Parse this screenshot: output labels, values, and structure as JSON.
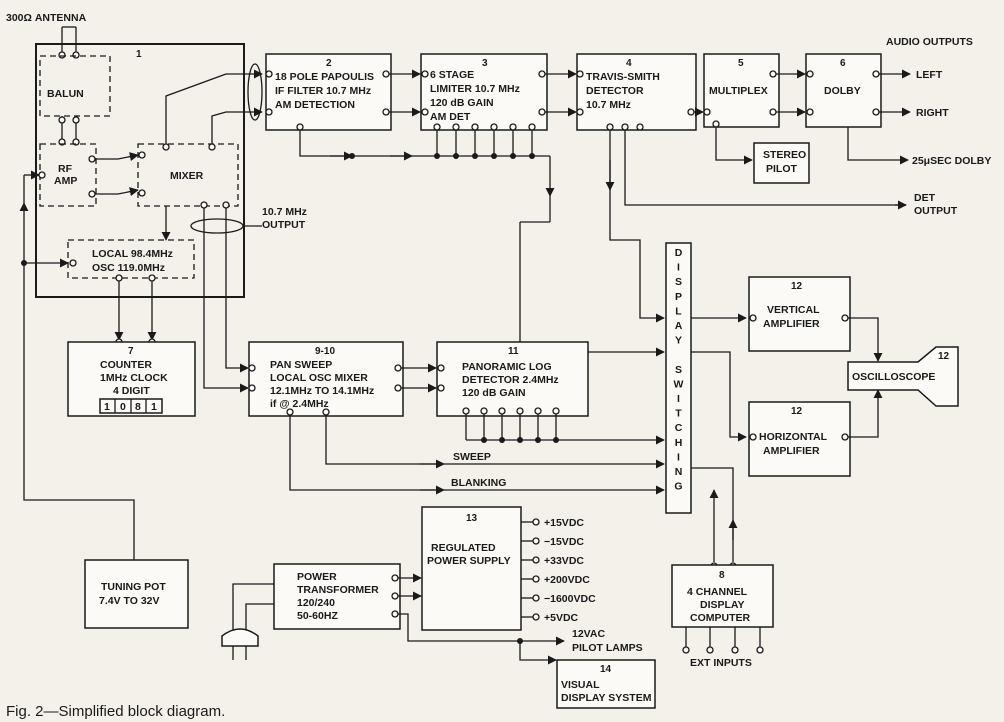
{
  "antenna_label": "300Ω ANTENNA",
  "audio_outputs_label": "AUDIO OUTPUTS",
  "caption": "Fig. 2—Simplified block diagram.",
  "blocks": {
    "frontend": {
      "num": "1",
      "balun": "BALUN",
      "rf_amp": [
        "RF",
        "AMP"
      ],
      "mixer": "MIXER",
      "local_osc": [
        "LOCAL 98.4MHz",
        "OSC 119.0MHz"
      ]
    },
    "if_filter": {
      "num": "2",
      "lines": [
        "18 POLE PAPOULIS",
        "IF FILTER 10.7 MHz",
        "AM DETECTION"
      ]
    },
    "limiter": {
      "num": "3",
      "lines": [
        "6 STAGE",
        "LIMITER 10.7 MHz",
        "120 dB GAIN",
        "AM DET"
      ]
    },
    "detector": {
      "num": "4",
      "lines": [
        "TRAVIS-SMITH",
        "DETECTOR",
        "10.7 MHz"
      ]
    },
    "multiplex": {
      "num": "5",
      "lines": [
        "MULTIPLEX"
      ]
    },
    "dolby": {
      "num": "6",
      "lines": [
        "DOLBY"
      ]
    },
    "stereo_pilot": {
      "lines": [
        "STEREO",
        "PILOT"
      ]
    },
    "counter": {
      "num": "7",
      "lines": [
        "COUNTER",
        "1MHz CLOCK",
        "4 DIGIT"
      ],
      "digits": [
        "1",
        "0",
        "8",
        "1"
      ]
    },
    "pan_sweep": {
      "num": "9-10",
      "lines": [
        "PAN SWEEP",
        "LOCAL OSC MIXER",
        "12.1MHz TO 14.1MHz",
        "if @ 2.4MHz"
      ]
    },
    "log_detector": {
      "num": "11",
      "lines": [
        "PANORAMIC LOG",
        "DETECTOR 2.4MHz",
        "120 dB GAIN"
      ]
    },
    "display_switching": {
      "letters": [
        "D",
        "I",
        "S",
        "P",
        "L",
        "A",
        "Y",
        "",
        "S",
        "W",
        "I",
        "T",
        "C",
        "H",
        "I",
        "N",
        "G"
      ]
    },
    "vertical_amp": {
      "num": "12",
      "lines": [
        "VERTICAL",
        "AMPLIFIER"
      ]
    },
    "horizontal_amp": {
      "num": "12",
      "lines": [
        "HORIZONTAL",
        "AMPLIFIER"
      ]
    },
    "oscilloscope": {
      "num": "12",
      "label": "OSCILLOSCOPE"
    },
    "power_supply": {
      "num": "13",
      "lines": [
        "REGULATED",
        "POWER SUPPLY"
      ]
    },
    "transformer": {
      "lines": [
        "POWER",
        "TRANSFORMER",
        "120/240",
        "50-60HZ"
      ]
    },
    "tuning_pot": {
      "lines": [
        "TUNING POT",
        "7.4V TO 32V"
      ]
    },
    "display_computer": {
      "num": "8",
      "lines": [
        "4 CHANNEL",
        "DISPLAY",
        "COMPUTER"
      ]
    },
    "visual_display": {
      "num": "14",
      "lines": [
        "VISUAL",
        "DISPLAY SYSTEM"
      ]
    }
  },
  "outputs": {
    "left": "LEFT",
    "right": "RIGHT",
    "dolby_25": "25μSEC DOLBY",
    "det_output": [
      "DET",
      "OUTPUT"
    ],
    "if_output": [
      "10.7 MHz",
      "OUTPUT"
    ],
    "sweep": "SWEEP",
    "blanking": "BLANKING",
    "ext_inputs": "EXT INPUTS",
    "pilot_lamps": [
      "12VAC",
      "PILOT LAMPS"
    ]
  },
  "supply_rails": [
    "+15VDC",
    "−15VDC",
    "+33VDC",
    "+200VDC",
    "−1600VDC",
    "+5VDC"
  ]
}
